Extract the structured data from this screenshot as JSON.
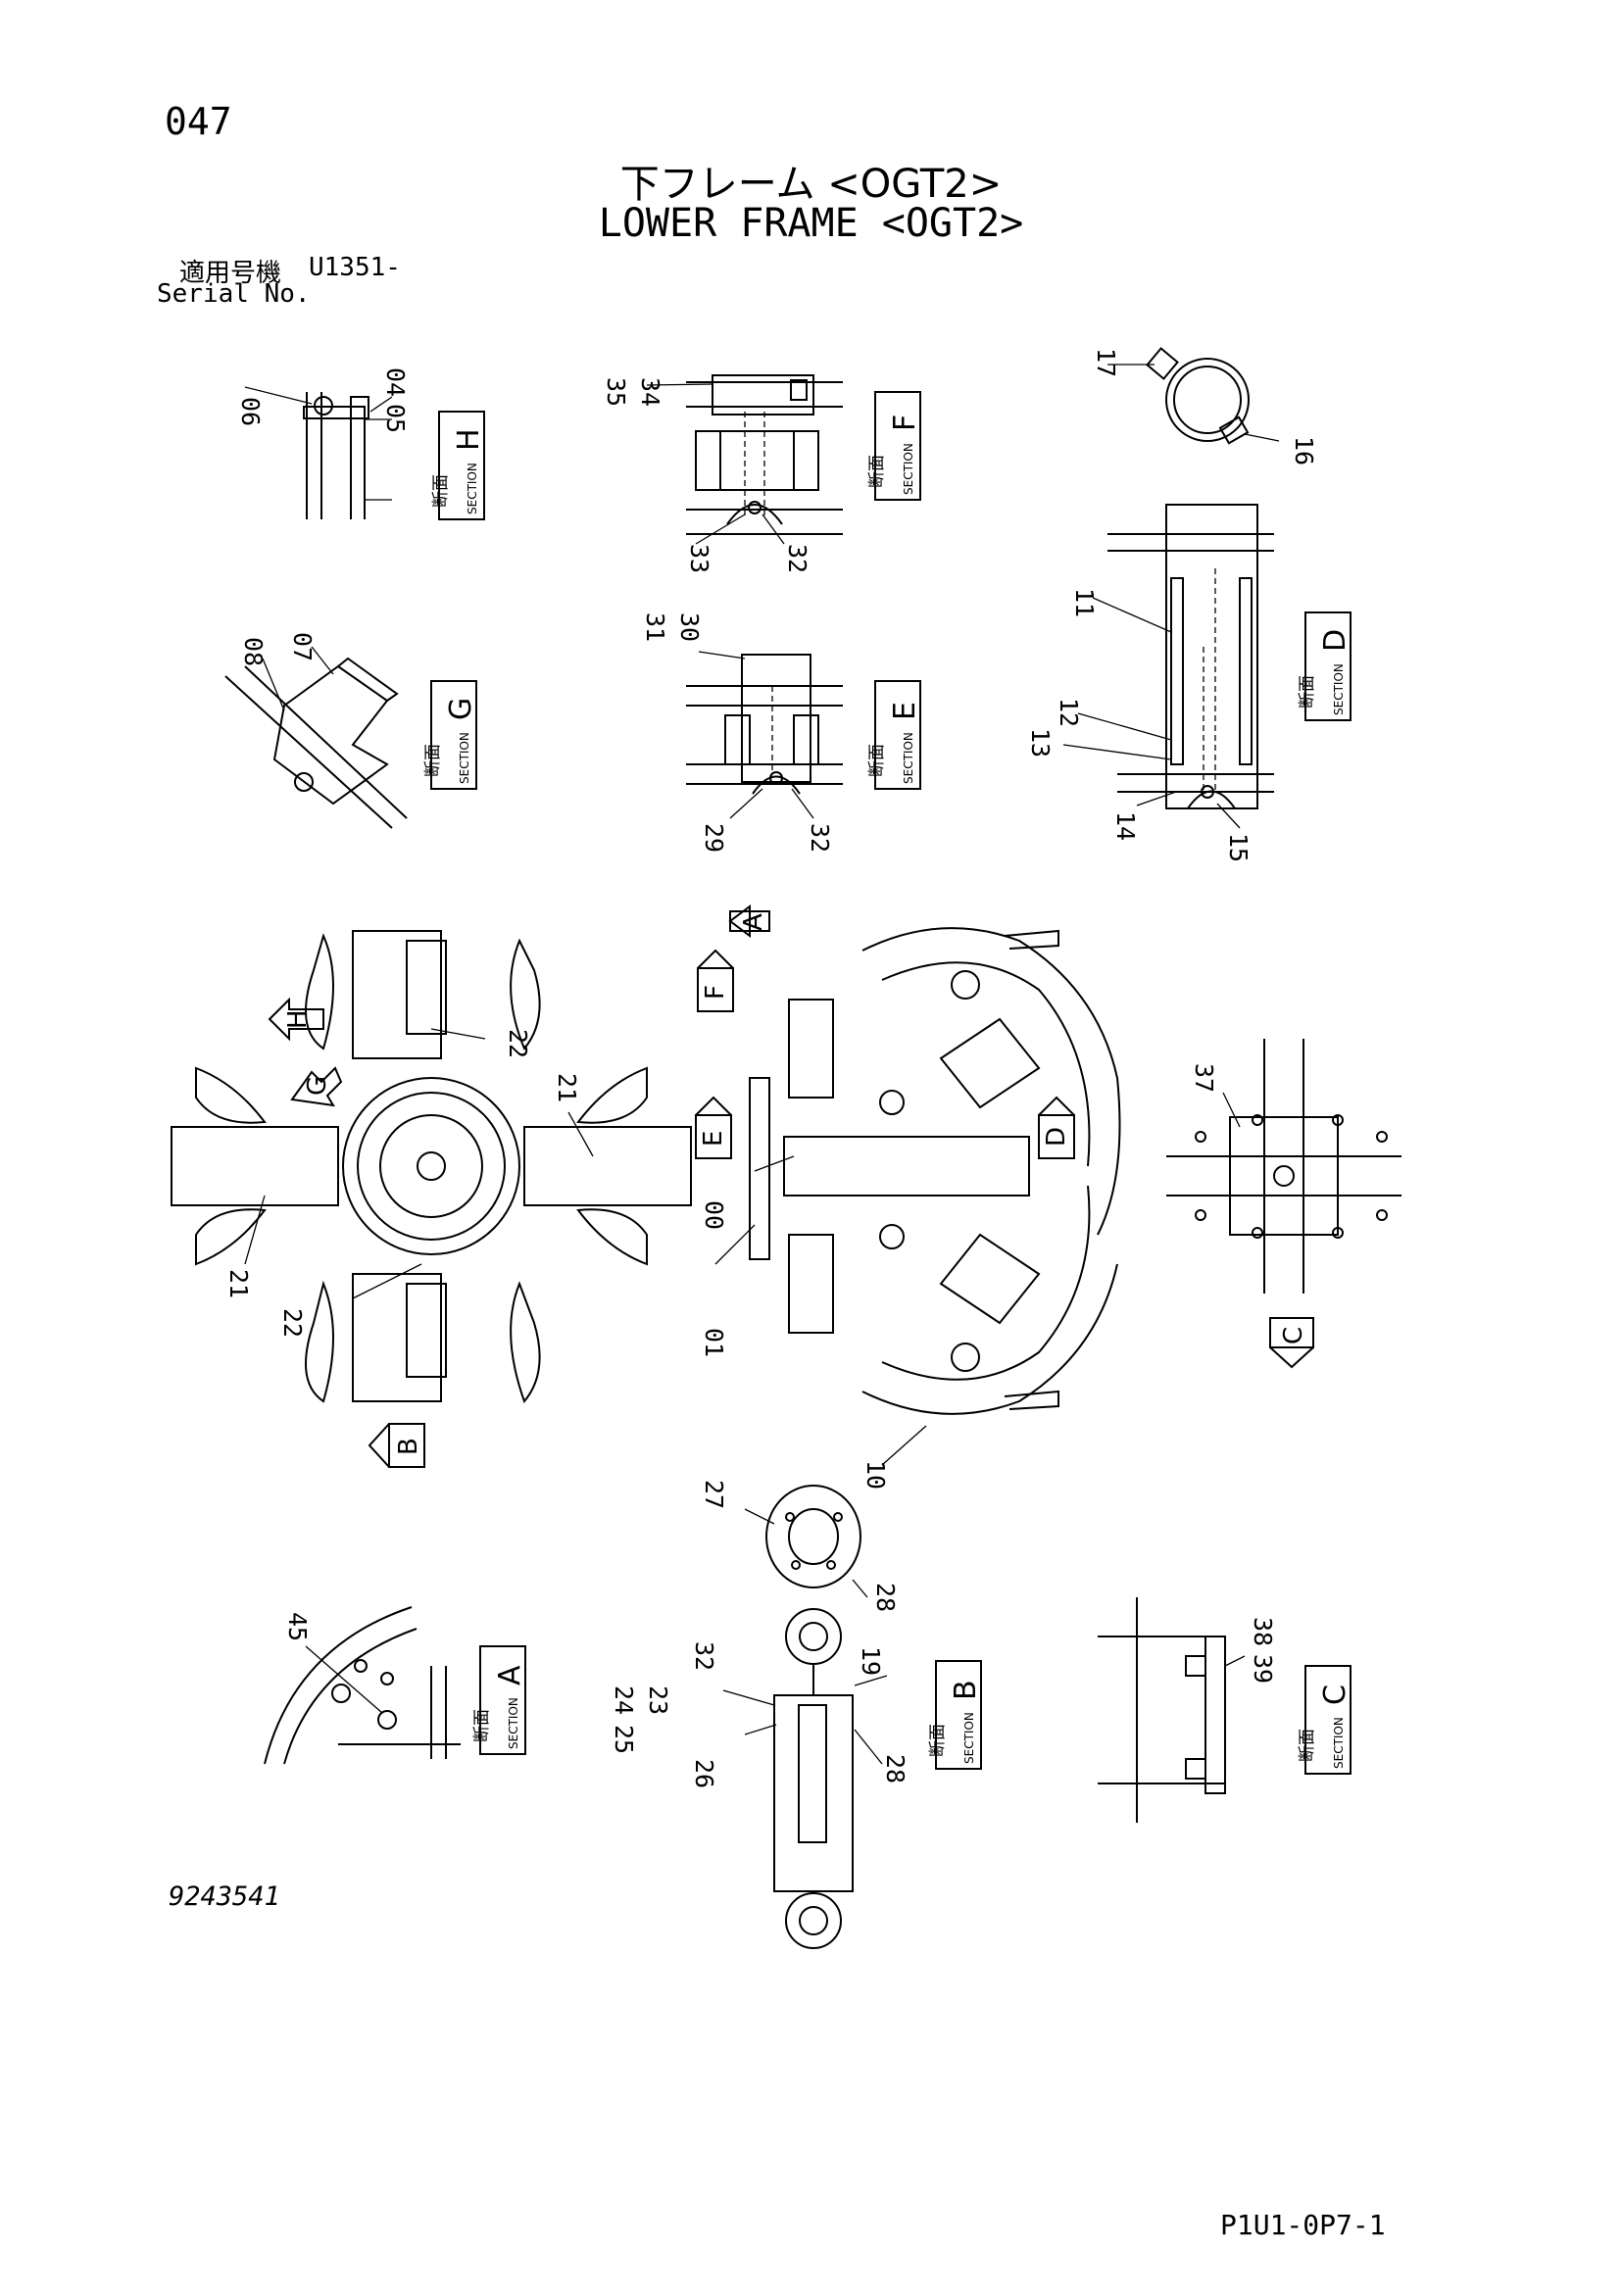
{
  "header": {
    "page_number": "047",
    "title_jp": "下フレーム <OGT2>",
    "title_en": "LOWER FRAME <OGT2>",
    "serial_label_jp": "適用号機",
    "serial_value": "U1351-",
    "serial_label_en": "Serial No."
  },
  "footer": {
    "drawing_number": "9243541",
    "sheet_id": "P1U1-0P7-1"
  },
  "section_kanji": "断面",
  "section_word": "SECTION",
  "sections": [
    "H",
    "F",
    "G",
    "E",
    "D",
    "A",
    "B",
    "C"
  ],
  "view_arrows": [
    "A",
    "F",
    "H",
    "G",
    "E",
    "D",
    "C",
    "B"
  ],
  "part_labels": [
    "00",
    "01",
    "04",
    "05",
    "06",
    "07",
    "08",
    "10",
    "11",
    "12",
    "13",
    "14",
    "15",
    "16",
    "17",
    "19",
    "21",
    "22",
    "23",
    "24",
    "25",
    "26",
    "27",
    "28",
    "29",
    "30",
    "31",
    "32",
    "33",
    "34",
    "35",
    "37",
    "38",
    "39",
    "45"
  ]
}
